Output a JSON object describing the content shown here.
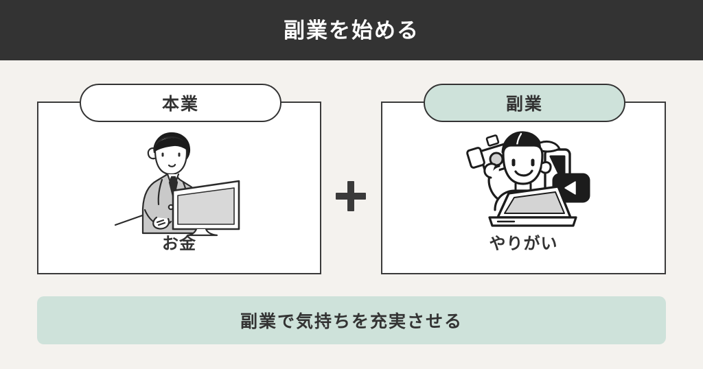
{
  "header": {
    "title": "副業を始める"
  },
  "columns": [
    {
      "pill_label": "本業",
      "pill_style": "white",
      "caption": "お金",
      "illustration": "businessman-at-desktop-computer-icon"
    },
    {
      "pill_label": "副業",
      "pill_style": "mint",
      "caption": "やりがい",
      "illustration": "creator-with-camera-laptop-smartphone-icon"
    }
  ],
  "operator": {
    "symbol": "+",
    "name": "plus-sign"
  },
  "banner": {
    "text": "副業で気持ちを充実させる"
  },
  "colors": {
    "header_bg": "#333333",
    "page_bg": "#f4f2ee",
    "panel_bg": "#ffffff",
    "panel_border": "#3a3a3a",
    "mint": "#cee2da",
    "text_dark": "#333333",
    "text_light": "#ffffff"
  }
}
